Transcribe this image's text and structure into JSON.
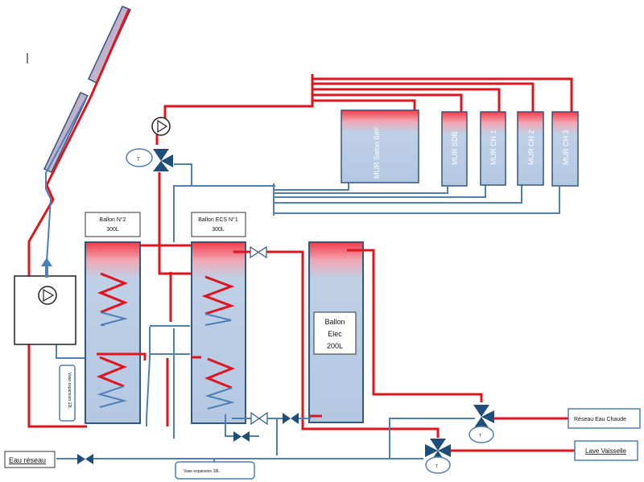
{
  "labels": {
    "ballon2_line1": "Ballon N°2",
    "ballon2_line2": "300L",
    "ballon_ecs_line1": "Ballon ECS N°1",
    "ballon_ecs_line2": "300L",
    "ballon_elec_line1": "Ballon",
    "ballon_elec_line2": "Elec",
    "ballon_elec_line3": "200L",
    "mur_salon": "MUR Salon 6m²",
    "mur_sdb": "MUR SDB",
    "mur_ch1": "MUR CH 1",
    "mur_ch2": "MUR CH 2",
    "mur_ch3": "MUR CH 3",
    "eau_reseau": "Eau réseau",
    "reseau_eau_chaude": "Réseau Eau Chaude",
    "lave_vaisselle": "Lave Vaisselle",
    "vase_expansion_12": "Vase expansion 12L",
    "vase_expansion_18": "Vase expansion 18L",
    "thermo_symbol": "T"
  },
  "colors": {
    "hot": "#e0141c",
    "cold": "#4f7fb5",
    "tank_top": "#f04a55",
    "tank_body": "#b8cce4"
  }
}
